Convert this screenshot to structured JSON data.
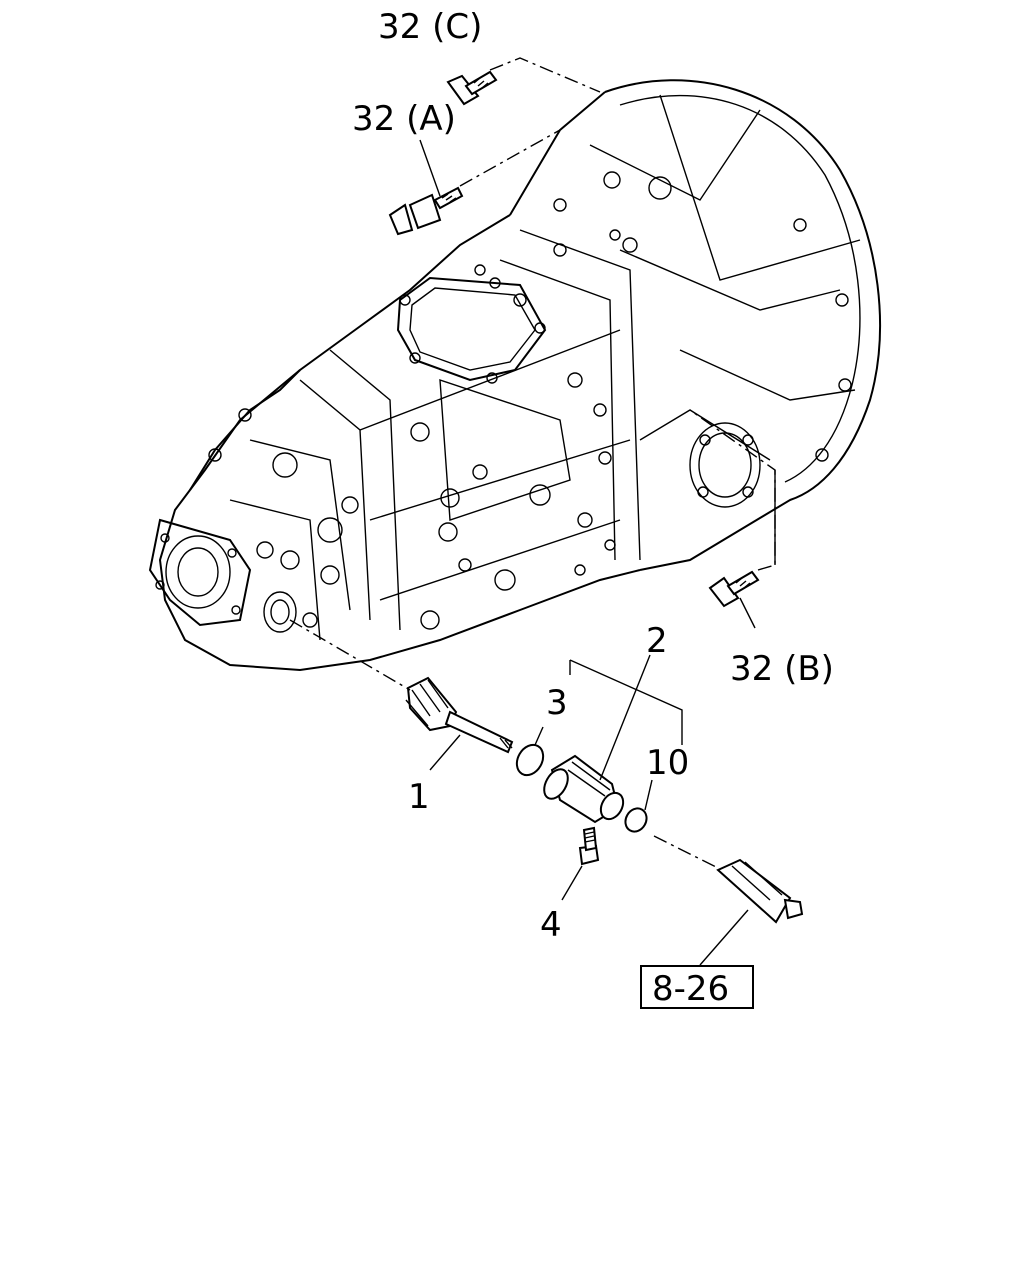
{
  "diagram": {
    "callouts": {
      "bolt_c": "32 (C)",
      "stud_a": "32 (A)",
      "bolt_b": "32 (B)",
      "gear_shaft": "1",
      "sleeve": "2",
      "o_ring": "3",
      "bolt_small": "4",
      "seal": "10"
    },
    "reference_box": "8-26"
  }
}
